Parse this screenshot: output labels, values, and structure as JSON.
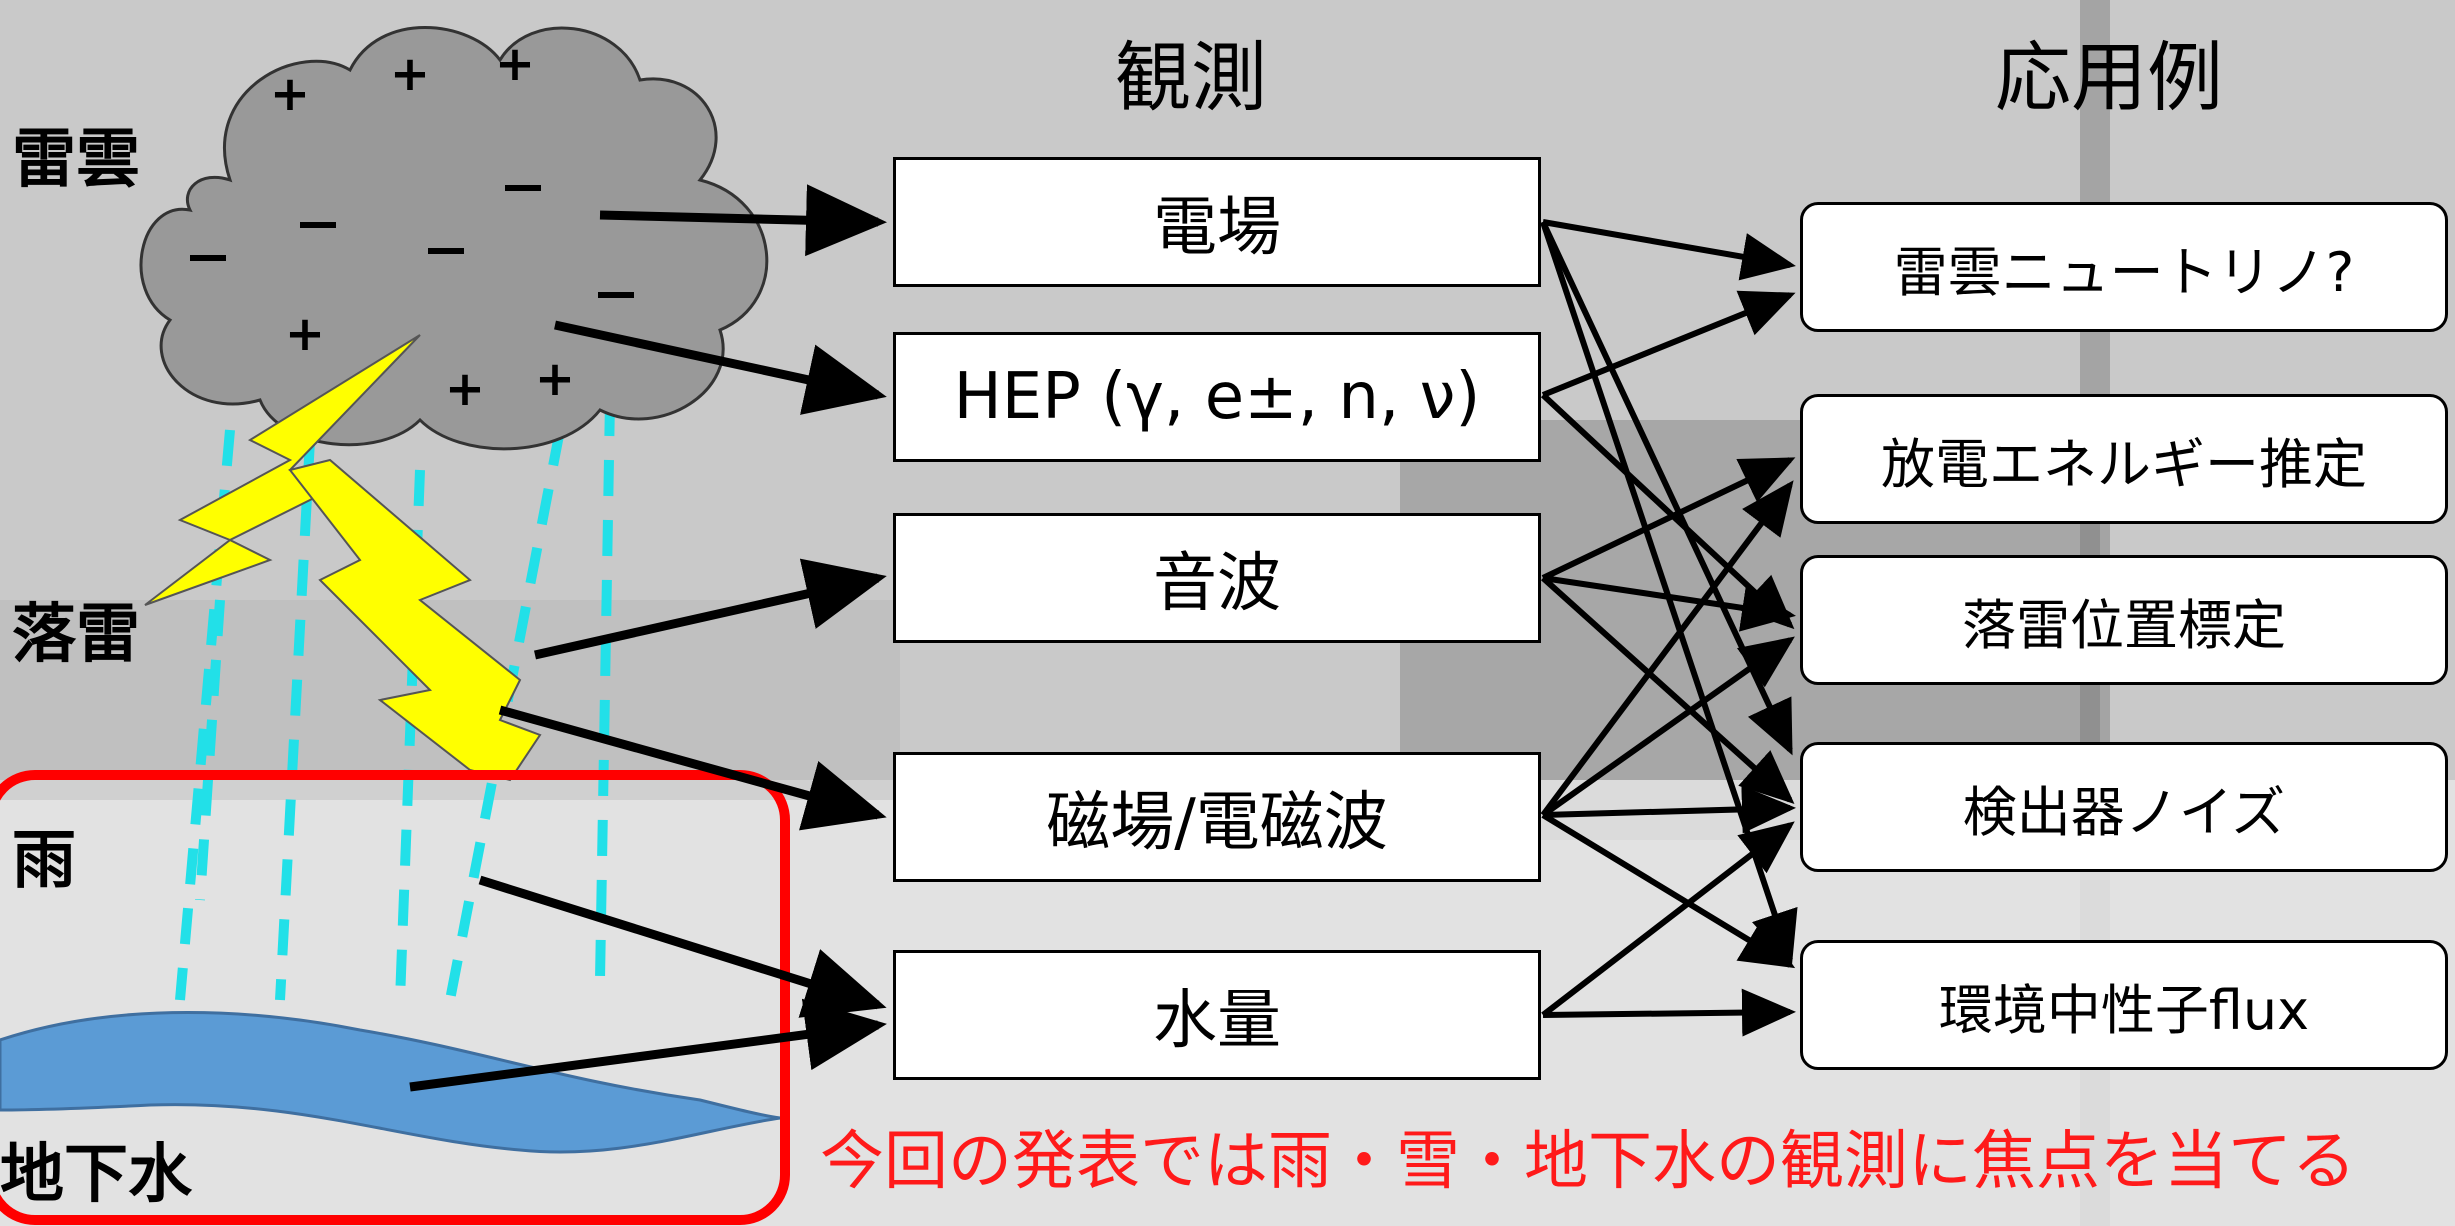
{
  "left_labels": {
    "thundercloud": "雷雲",
    "lightning": "落雷",
    "rain": "雨",
    "groundwater": "地下水"
  },
  "headings": {
    "observation": "観測",
    "application": "応用例"
  },
  "observations": [
    "電場",
    "HEP (γ, e±, n, ν)",
    "音波",
    "磁場/電磁波",
    "水量"
  ],
  "applications": [
    "雷雲ニュートリノ?",
    "放電エネルギー推定",
    "落雷位置標定",
    "検出器ノイズ",
    "環境中性子flux"
  ],
  "note": "今回の発表では雨・雪・地下水の観測に焦点を当てる",
  "colors": {
    "highlight_box": "#ff0000",
    "rain": "#22e0e8",
    "lightning": "#ffff00",
    "cloud": "#999999",
    "water": "#5b9bd5",
    "note_text": "#ff1a1a"
  }
}
